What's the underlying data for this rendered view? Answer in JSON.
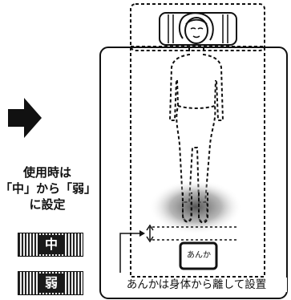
{
  "instruction": {
    "line1": "使用時は",
    "line2": "「中」から「弱」",
    "line3": "に設定"
  },
  "settings": {
    "medium": "中",
    "weak": "弱"
  },
  "heater_label": "あんか",
  "caption": "あんかは身体から離して設置",
  "colors": {
    "line": "#111111",
    "warmth_glow": "#555555",
    "background": "#ffffff"
  }
}
